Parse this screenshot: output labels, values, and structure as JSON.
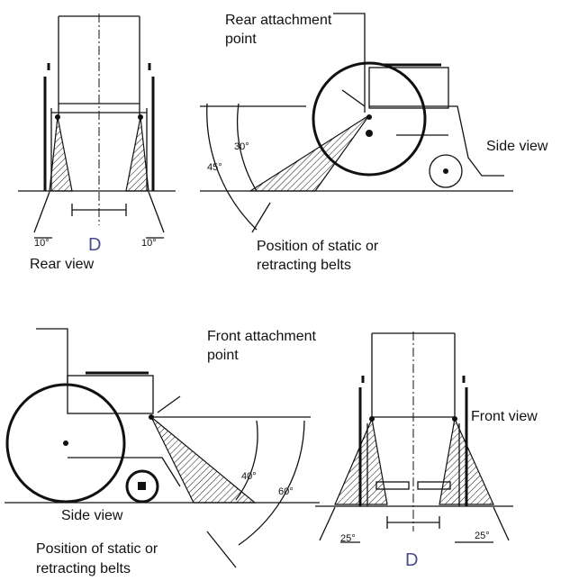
{
  "top_left": {
    "angle_left": "10°",
    "angle_right": "10°",
    "dimension": "D",
    "caption": "Rear view"
  },
  "top_right": {
    "attach_label_line1": "Rear attachment",
    "attach_label_line2": "point",
    "angle_inner": "30°",
    "angle_outer": "45°",
    "view_label": "Side view",
    "belts_line1": "Position of static or",
    "belts_line2": "retracting belts"
  },
  "bottom_left": {
    "attach_label_line1": "Front attachment",
    "attach_label_line2": "point",
    "angle_inner": "40°",
    "angle_outer": "60°",
    "view_label": "Side view",
    "belts_line1": "Position of static or",
    "belts_line2": "retracting belts"
  },
  "bottom_right": {
    "view_label": "Front view",
    "angle_left": "25°",
    "angle_right": "25°",
    "dimension": "D"
  }
}
